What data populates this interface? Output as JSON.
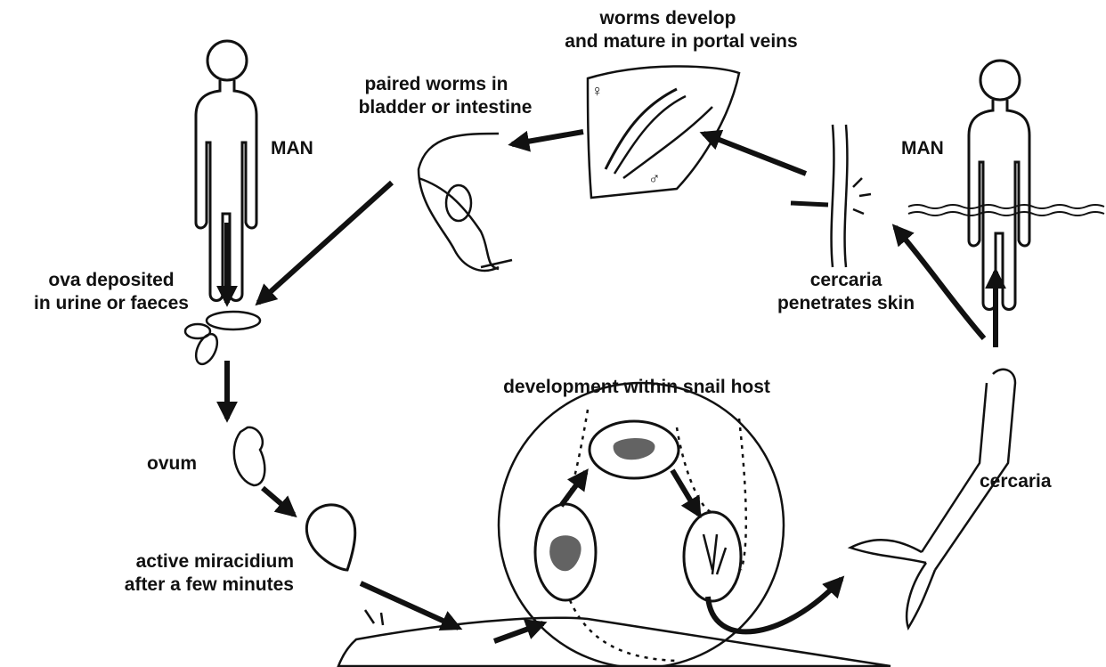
{
  "labels": {
    "man_left": "MAN",
    "man_right": "MAN",
    "worms_develop_line1": "worms develop",
    "worms_develop_line2": "and mature in portal veins",
    "paired_worms_line1": "paired worms in",
    "paired_worms_line2": "bladder or intestine",
    "ova_line1": "ova deposited",
    "ova_line2": "in urine or faeces",
    "ovum": "ovum",
    "miracidium_line1": "active miracidium",
    "miracidium_line2": "after a few minutes",
    "snail_host": "development within snail host",
    "cercaria": "cercaria",
    "penetrates_line1": "cercaria",
    "penetrates_line2": "penetrates skin"
  },
  "symbols": {
    "female": "♀",
    "male": "♂"
  },
  "colors": {
    "ink": "#111111",
    "background": "#ffffff"
  }
}
